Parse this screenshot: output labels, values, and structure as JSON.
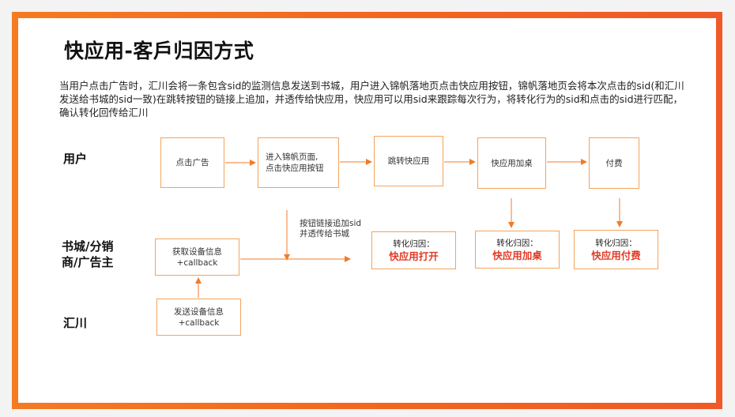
{
  "title": "快应用-客戶归因方式",
  "description": "当用户点击广告时，汇川会将一条包含sid的监测信息发送到书城，用户进入锦帆落地页点击快应用按钮，锦帆落地页会将本次点击的sid(和汇川发送给书城的sid一致)在跳转按钮的链接上追加，并透传给快应用，快应用可以用sid来跟踪每次行为，将转化行为的sid和点击的sid进行匹配，确认转化回传给汇川",
  "lanes": {
    "user": "用户",
    "bookstore_line1": "书城/分销",
    "bookstore_line2": "商/广告主",
    "huichuan": "汇川"
  },
  "user_steps": {
    "click_ad": "点击广告",
    "enter_page_line1": "进入锦帆页面,",
    "enter_page_line2": "点击快应用按钮",
    "jump_app": "跳转快应用",
    "add_desktop": "快应用加桌",
    "pay": "付费"
  },
  "device_boxes": {
    "get_line1": "获取设备信息",
    "get_line2": "+callback",
    "send_line1": "发送设备信息",
    "send_line2": "+callback"
  },
  "link_note": "按钮链接追加sid并透传给书城",
  "conversions": {
    "label": "转化归因：",
    "open": "快应用打开",
    "add_desktop": "快应用加桌",
    "pay": "快应用付费"
  },
  "colors": {
    "frame": "#f3651e",
    "box_border": "#f3a35b",
    "arrow": "#f07b2a",
    "highlight_text": "#e23a26"
  }
}
